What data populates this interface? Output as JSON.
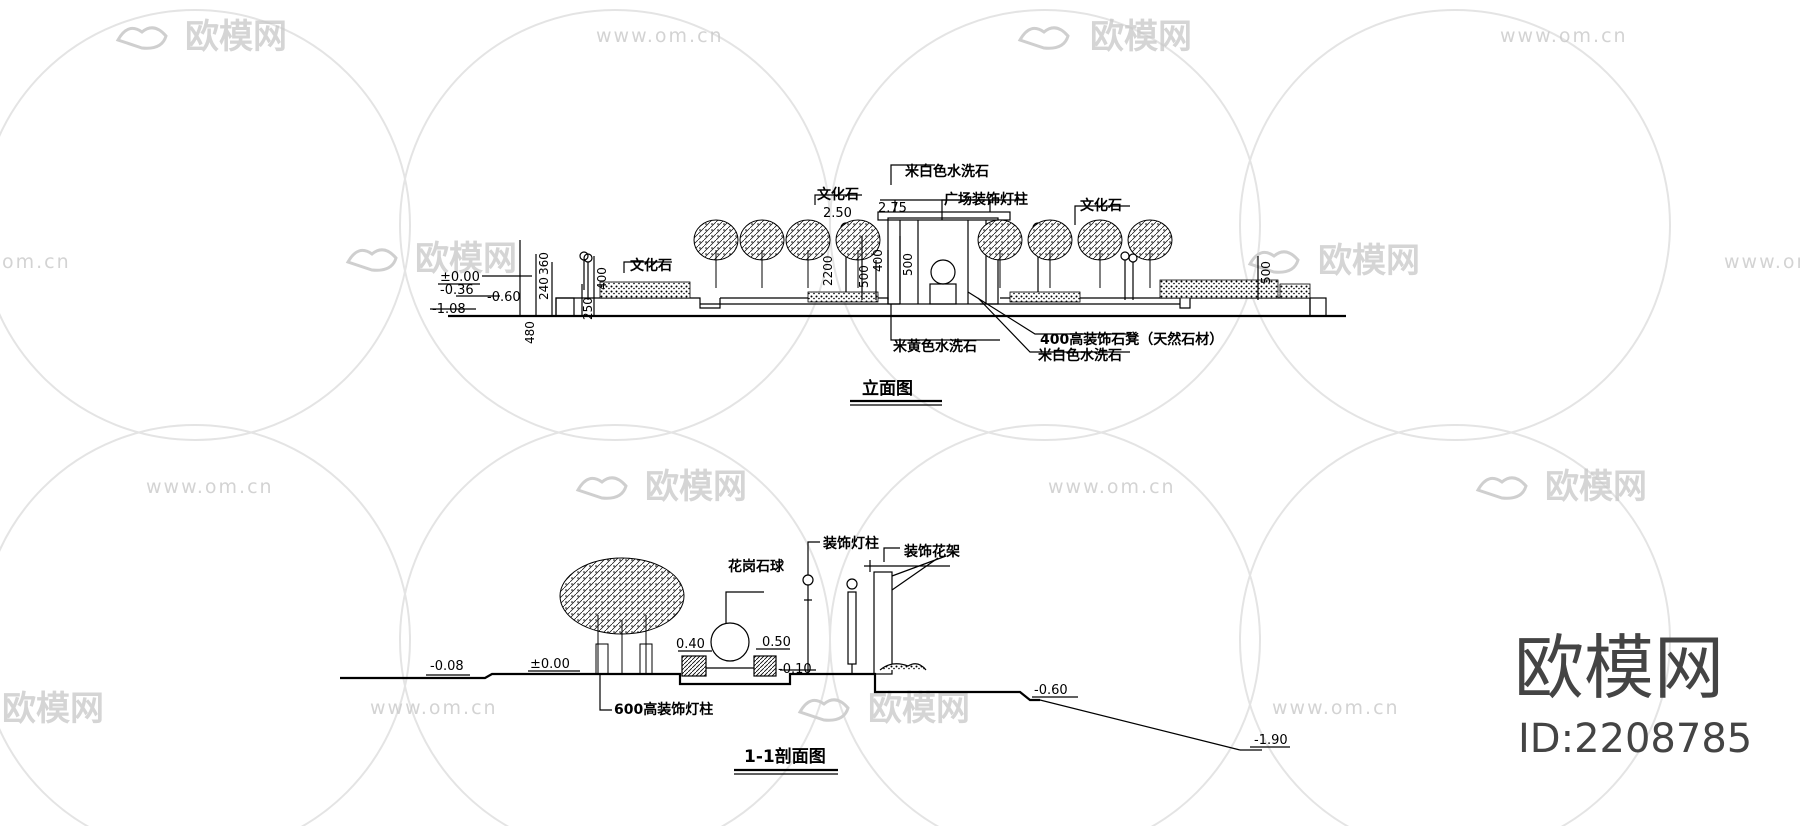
{
  "watermark": {
    "brand": "欧模网",
    "url": "www.om.cn",
    "url_short": "om.cn"
  },
  "logo": {
    "brand": "欧模网",
    "id": "ID:2208785"
  },
  "elevation": {
    "title": "立面图",
    "labels": {
      "wenhuashi_left": "文化石",
      "wenhuashi_mid": "文化石",
      "wenhuashi_right": "文化石",
      "mibaise_top": "米白色水洗石",
      "guangchang": "广场装饰灯柱",
      "zhuangshideng": "400高装饰石凳（天然石材）",
      "mibaise_bottom": "米白色水洗石",
      "mihuangse": "米黄色水洗石"
    },
    "levels": {
      "zero": "±0.00",
      "m036": "-0.36",
      "m060": "-0.60",
      "m108": "-1.08",
      "h250": "2.50",
      "h275": "2.75"
    },
    "dims": {
      "d480": "480",
      "d240": "240",
      "d360": "360",
      "d400a": "400",
      "d250": "250",
      "d2200": "2200",
      "d500a": "500",
      "d400b": "400",
      "d500b": "500",
      "d500c": "500"
    }
  },
  "section": {
    "title": "1-1剖面图",
    "labels": {
      "huagang": "花岗石球",
      "dengzhu": "装饰灯柱",
      "huajia": "装饰花架",
      "dengzhu600": "600高装饰灯柱"
    },
    "levels": {
      "m008": "-0.08",
      "zero": "±0.00",
      "p040": "0.40",
      "p050": "0.50",
      "m010": "-0.10",
      "m060": "-0.60",
      "m190": "-1.90"
    }
  }
}
